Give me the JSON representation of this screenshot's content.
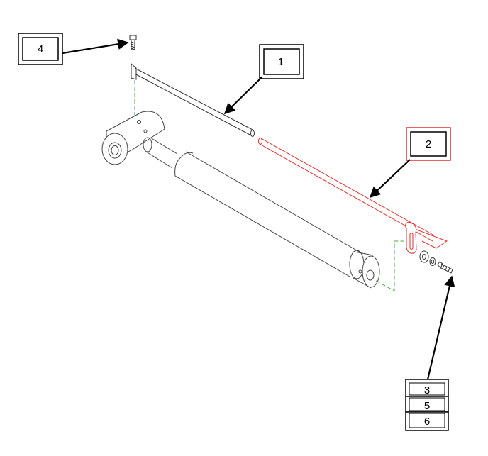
{
  "callouts": {
    "c1": {
      "label": "1"
    },
    "c2": {
      "label": "2"
    },
    "c3": {
      "label": "3"
    },
    "c4": {
      "label": "4"
    },
    "c5": {
      "label": "5"
    },
    "c6": {
      "label": "6"
    }
  },
  "colors": {
    "line": "#333333",
    "highlight": "#e03030",
    "centerline": "#4aa84a",
    "arrow": "#000000"
  }
}
